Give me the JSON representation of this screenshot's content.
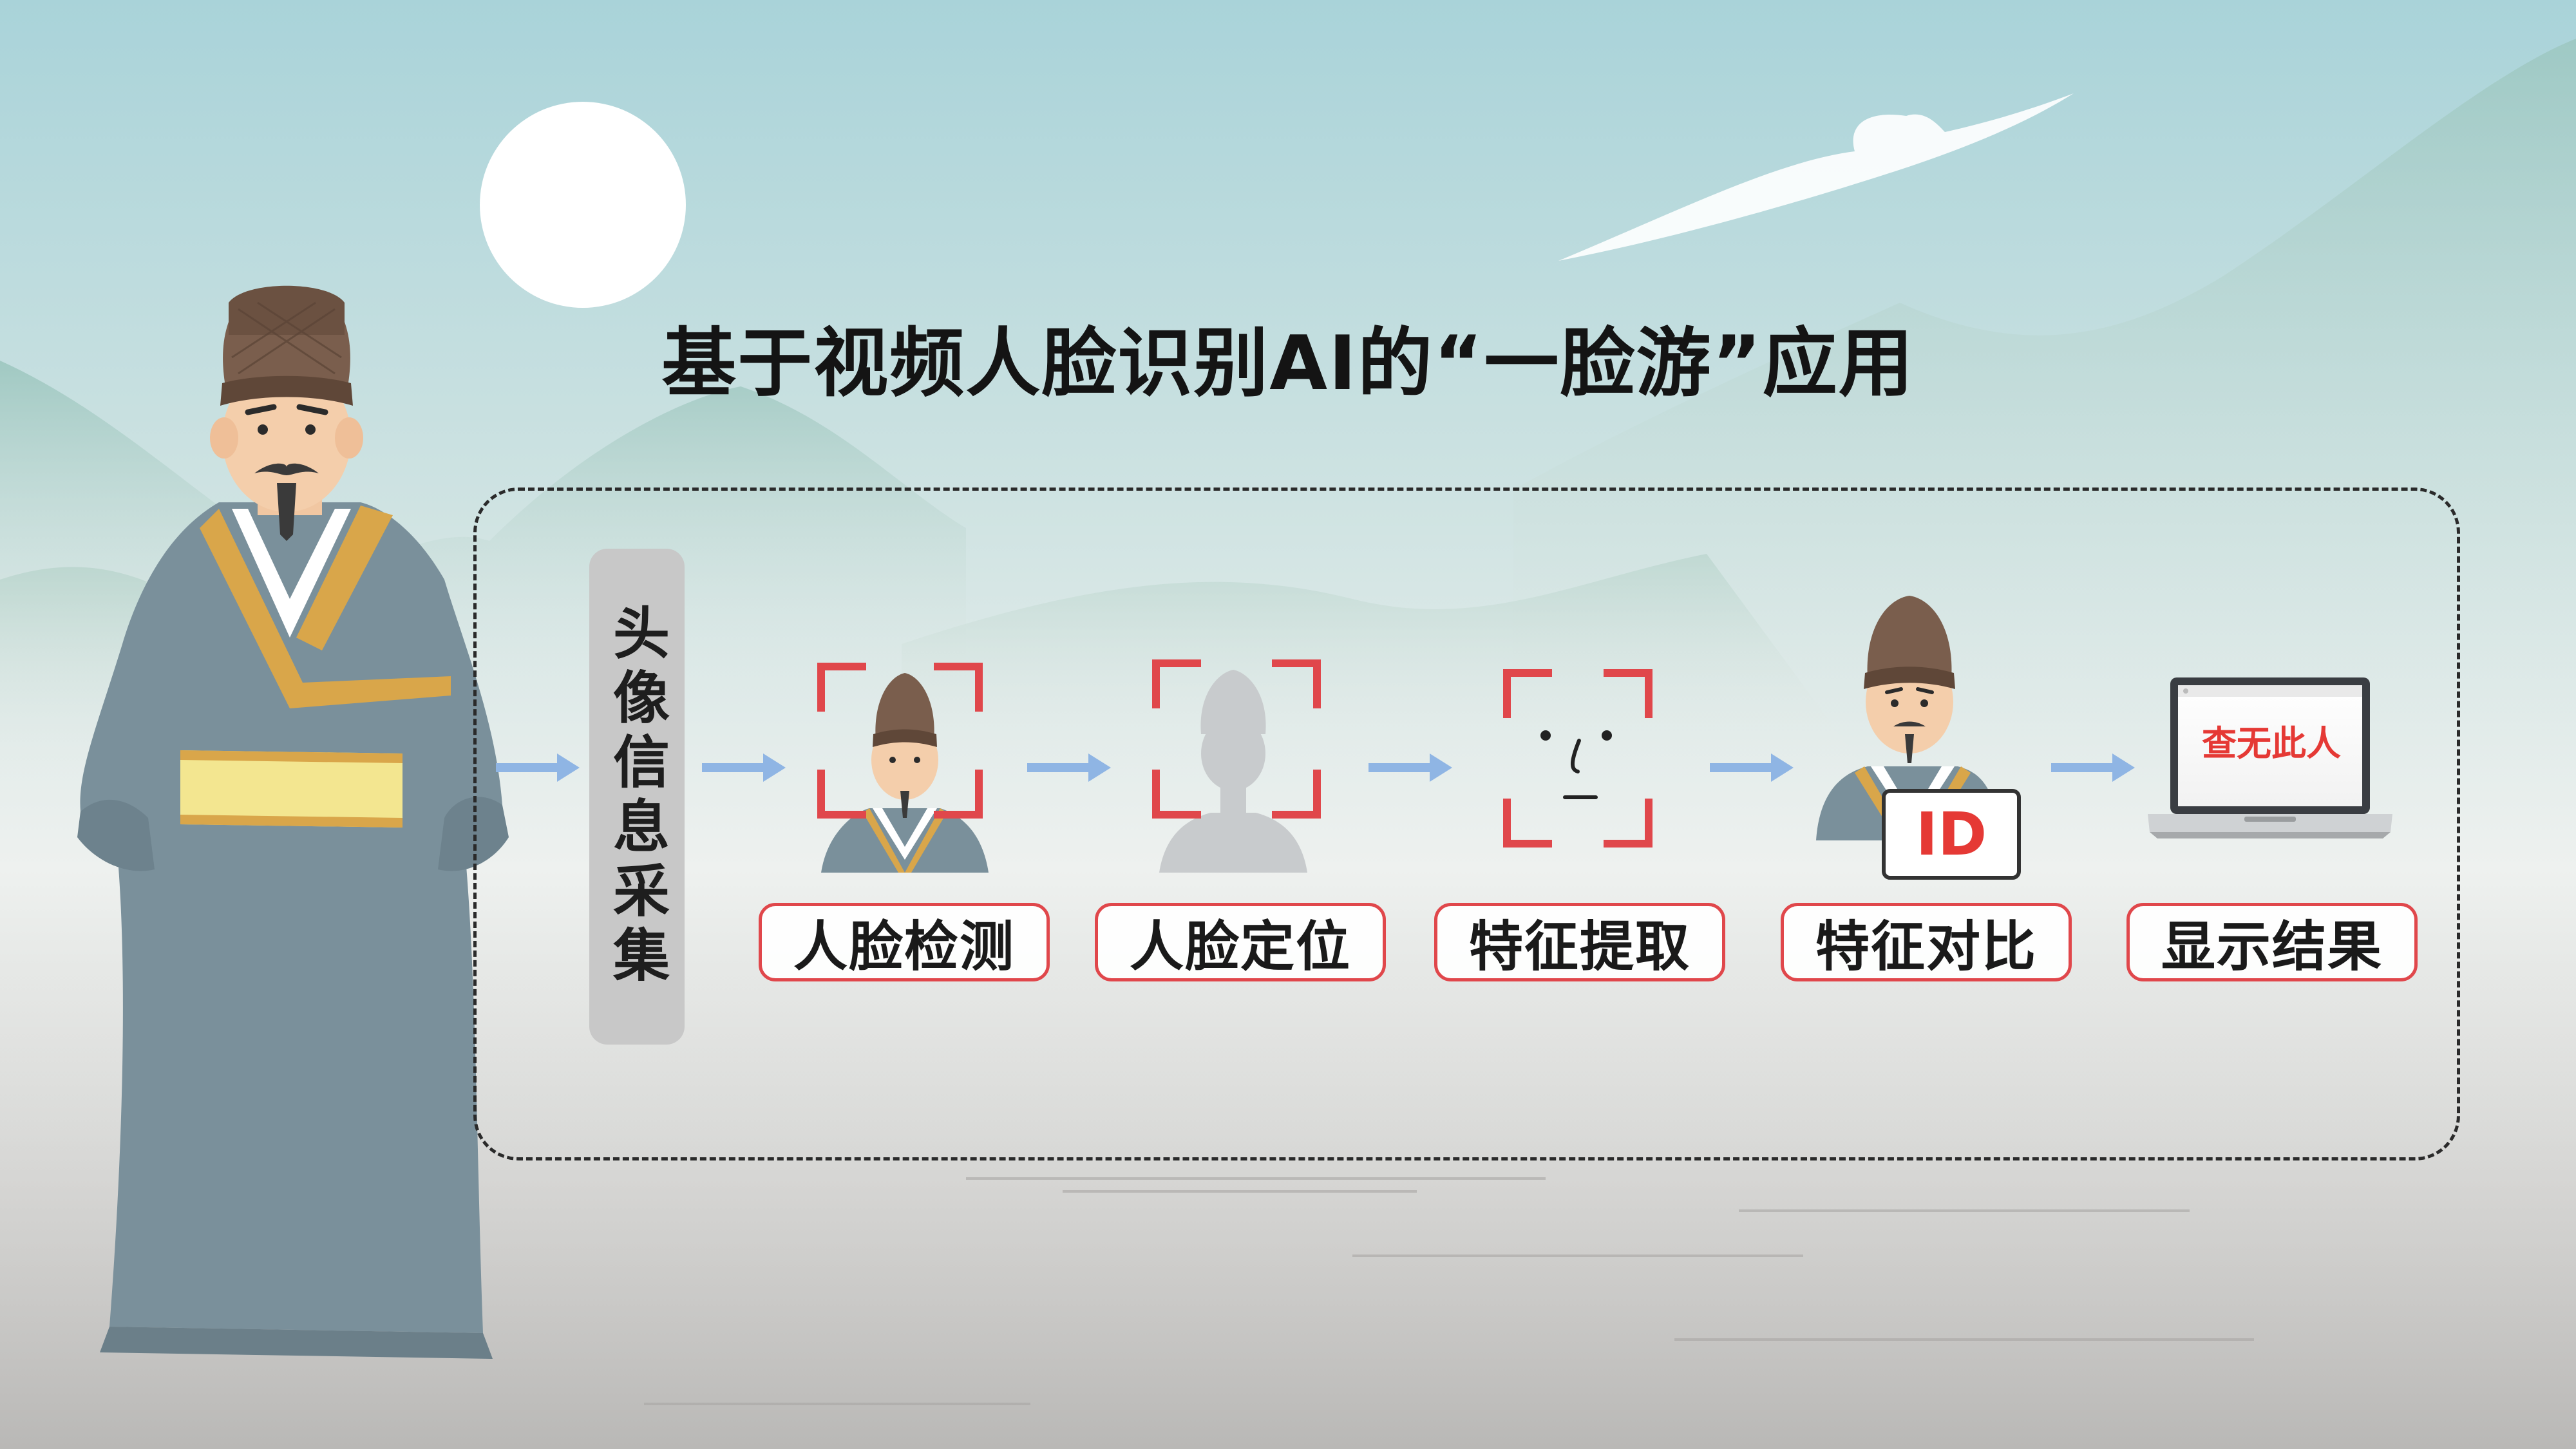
{
  "title": "基于视频人脸识别AI的“一脸游”应用",
  "capture_label": "头像信息采集",
  "steps": [
    {
      "label": "人脸检测"
    },
    {
      "label": "人脸定位"
    },
    {
      "label": "特征提取"
    },
    {
      "label": "特征对比"
    },
    {
      "label": "显示结果"
    }
  ],
  "id_badge": "ID",
  "screen_text": "查无此人",
  "colors": {
    "accent_red": "#e53935",
    "arrow_blue": "#8fb5e4",
    "robe_gray": "#7a909b",
    "collar_gold": "#d9a64a"
  }
}
